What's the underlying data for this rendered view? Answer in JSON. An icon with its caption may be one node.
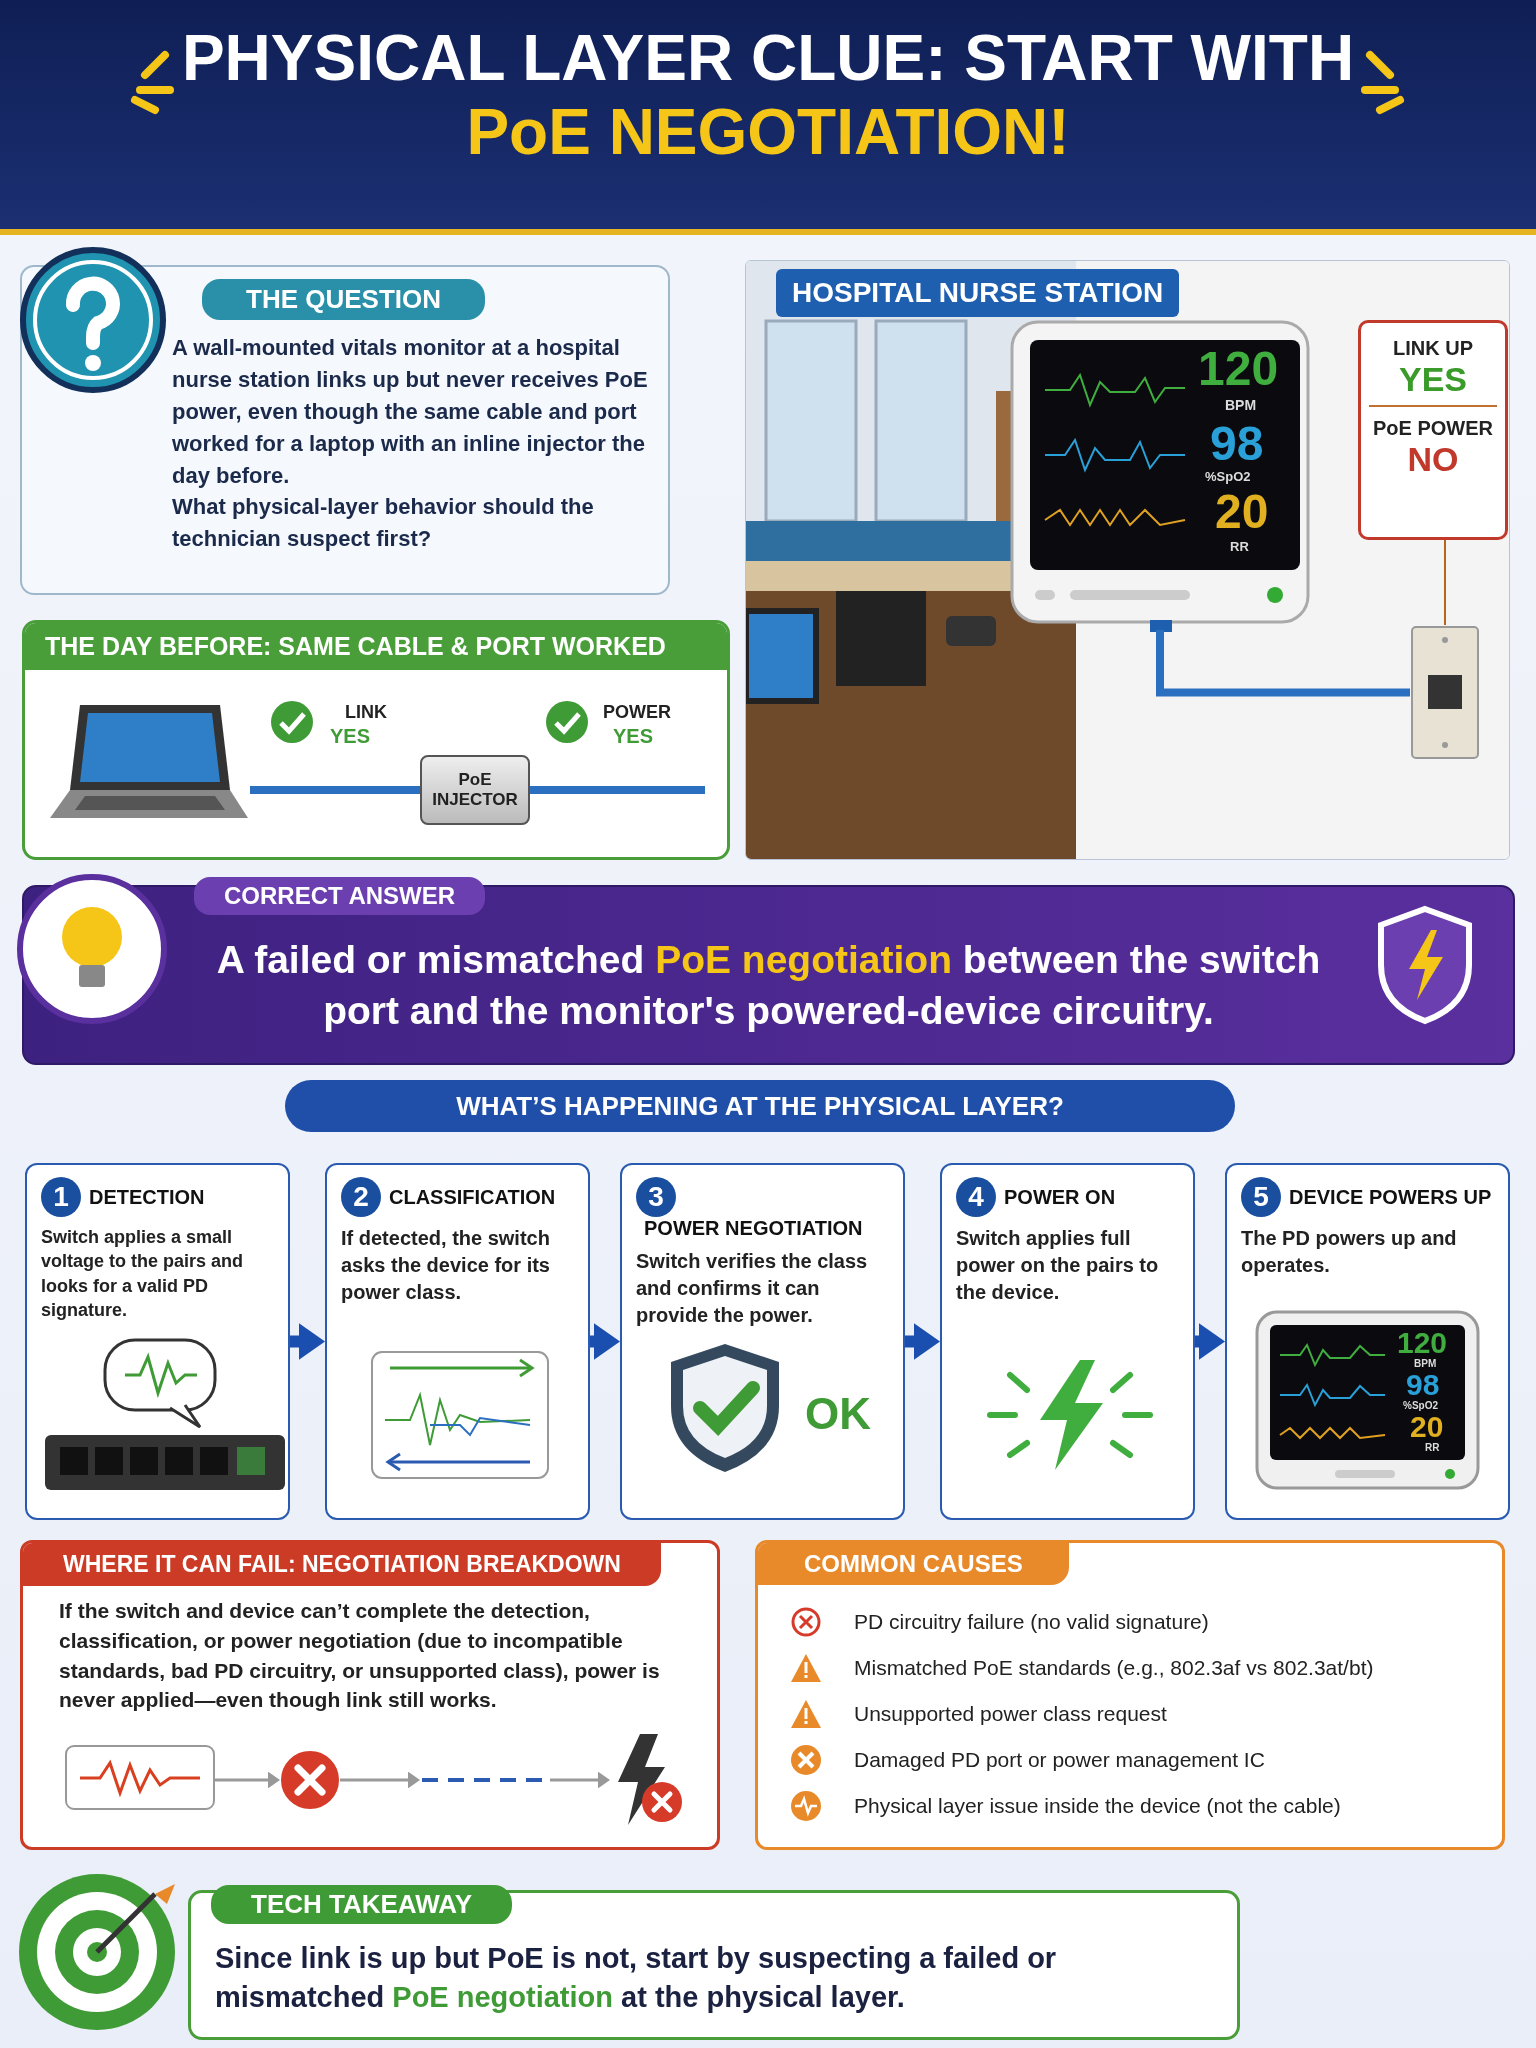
{
  "diagram": {
    "title": "PHYSICAL LAYER CLUE: START WITH PoE NEGOTIATION!",
    "nodes": [
      {
        "text": [
          "THE QUESTION",
          "A wall-mounted vitals monitor at a hospital nurse station links up but never receives PoE power, even though the same cable and port worked for a laptop with an inline injector the day before.",
          "What physical-layer behavior should the technician suspect first?"
        ]
      },
      {
        "text": [
          "THE DAY BEFORE: SAME CABLE & PORT WORKED"
        ]
      },
      {
        "text": [],
        "shape": "picture",
        "in": 1
      },
      {
        "text": [
          "PoE INJECTOR"
        ],
        "in": 1
      },
      {
        "text": [
          "HOSPITAL NURSE STATION"
        ]
      },
      {
        "text": [],
        "shape": "picture",
        "in": 4
      },
      {
        "text": [
          "LINK UP",
          "YES",
          "PoE POWER",
          "NO"
        ],
        "in": 4
      },
      {
        "text": [],
        "shape": "picture",
        "in": 4
      },
      {
        "text": [
          "CORRECT ANSWER",
          "A failed or mismatched **PoE negotiation** between the switch port and the monitor's powered-device circuitry."
        ]
      },
      {
        "text": [
          "WHAT’S HAPPENING AT THE PHYSICAL LAYER?"
        ]
      },
      {
        "text": [
          "1",
          "DETECTION",
          "Switch applies a small voltage to the pairs and looks for a valid PD signature."
        ]
      },
      {
        "text": [
          "2",
          "CLASSIFICATION",
          "If detected, the switch asks the device for its power class."
        ]
      },
      {
        "text": [
          "3",
          "POWER NEGOTIATION",
          "Switch verifies the class and confirms it can provide the power."
        ]
      },
      {
        "text": [
          "4",
          "POWER ON",
          "Switch applies full power on the pairs to the device."
        ]
      },
      {
        "text": [
          "5",
          "DEVICE POWERS UP",
          "The PD powers up and operates."
        ]
      },
      {
        "text": [
          "WHERE IT CAN FAIL: NEGOTIATION BREAKDOWN",
          "If the switch and device can’t complete the detection, classification, or power negotiation (due to incompatible standards, bad PD circuitry, or unsupported class), power is never applied—even though link still works."
        ]
      },
      {
        "text": [],
        "shape": "box",
        "in": 15
      },
      {
        "text": [],
        "shape": "circle",
        "in": 15
      },
      {
        "text": [],
        "shape": "line",
        "in": 15
      },
      {
        "text": [],
        "shape": "picture",
        "in": 15
      },
      {
        "text": [
          "COMMON CAUSES",
          "PD circuitry failure (no valid signature)",
          "Mismatched PoE standards (e.g., 802.3af vs 802.3at/bt)",
          "Unsupported power class request",
          "Damaged PD port or power management IC",
          "Physical layer issue inside the device (not the cable)"
        ]
      },
      {
        "text": [
          "TECH TAKEAWAY",
          "Since link is up but PoE is not, start by suspecting a failed or mismatched **PoE negotiation** at the physical layer."
        ]
      }
    ],
    "edges": [
      {
        "from": 2,
        "to": 3,
        "arrow": "none"
      },
      {
        "from": 3,
        "to": null,
        "arrow": "none"
      },
      {
        "from": 5,
        "to": 7,
        "arrow": "none"
      },
      {
        "from": 6,
        "to": 7,
        "arrow": "none",
        "color": "#b5651d"
      },
      {
        "from": 10,
        "to": 11,
        "arrow": "to"
      },
      {
        "from": 11,
        "to": 12,
        "arrow": "to"
      },
      {
        "from": 12,
        "to": 13,
        "arrow": "to"
      },
      {
        "from": 13,
        "to": 14,
        "arrow": "to"
      },
      {
        "from": 16,
        "to": 17,
        "arrow": "to",
        "color": "#999999"
      },
      {
        "from": 17,
        "to": 18,
        "arrow": "to",
        "color": "#999999"
      },
      {
        "from": 18,
        "to": 19,
        "arrow": "to",
        "color": "#999999"
      }
    ],
    "labels": [
      "LINK",
      "YES",
      "POWER",
      "YES",
      "120",
      "BPM",
      "98",
      "%SpO2",
      "20",
      "RR",
      "OK",
      "120",
      "BPM",
      "98",
      "%SpO2",
      "20",
      "RR"
    ]
  }
}
